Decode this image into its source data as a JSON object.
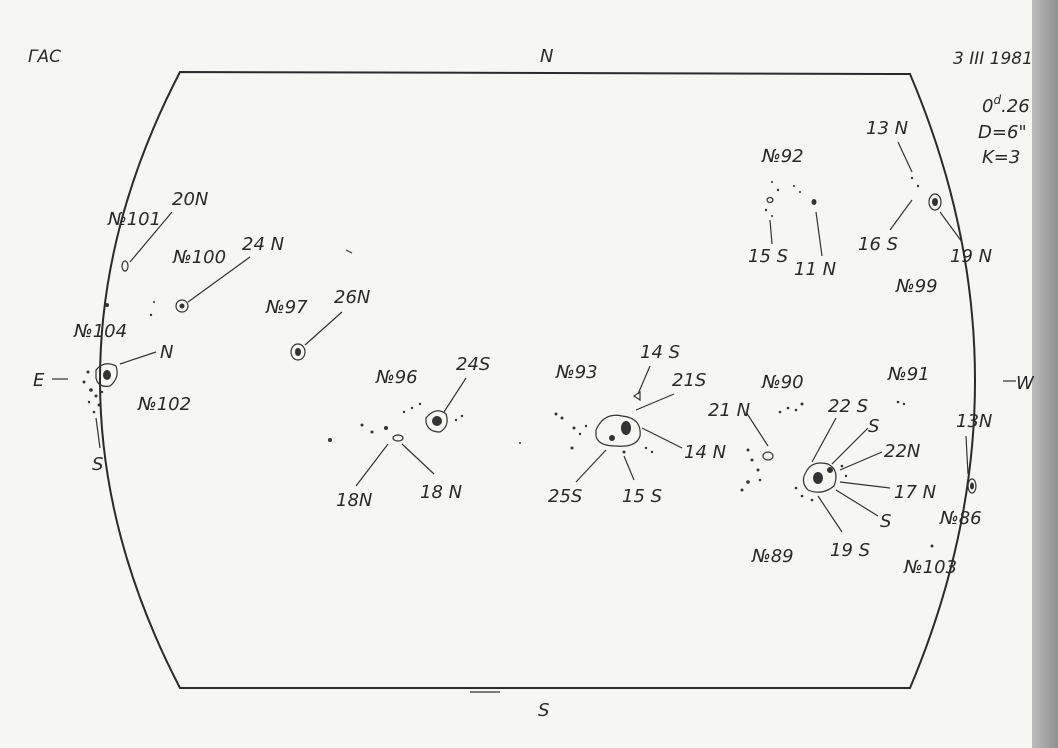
{
  "header": {
    "observatory": "ГАС",
    "date": "3  III 1981",
    "time": "0",
    "time_sup": "d",
    "time_frac": ".26",
    "diameter": "D=6\"",
    "k_value": "K=3"
  },
  "directions": {
    "north": "N",
    "south": "S",
    "east": "E",
    "west": "W"
  },
  "groups": {
    "g101": "№101",
    "g100": "№100",
    "g104": "№104",
    "g102": "№102",
    "g97": "№97",
    "g96": "№96",
    "g93": "№93",
    "g92": "№92",
    "g90": "№90",
    "g89": "№89",
    "g91": "№91",
    "g99": "№99",
    "g86": "№86",
    "g103": "№103"
  },
  "latitudes": {
    "l101": "20N",
    "l100": "24 N",
    "l102n": "N",
    "l102s": "S",
    "l97": "26N",
    "l96a": "24S",
    "l96b": "18N",
    "l96c": "18 N",
    "l93a": "14 S",
    "l93b": "21S",
    "l93c": "14 N",
    "l93d": "25S",
    "l93e": "15 S",
    "l92a": "15 S",
    "l92b": "11 N",
    "l99a": "13 N",
    "l99b": "16 S",
    "l99c": "19 N",
    "l89a": "21 N",
    "l89b": "22 S",
    "l89c": "S",
    "l89d": "22N",
    "l89e": "17 N",
    "l89f": "S",
    "l89g": "19 S",
    "l86": "13N"
  }
}
